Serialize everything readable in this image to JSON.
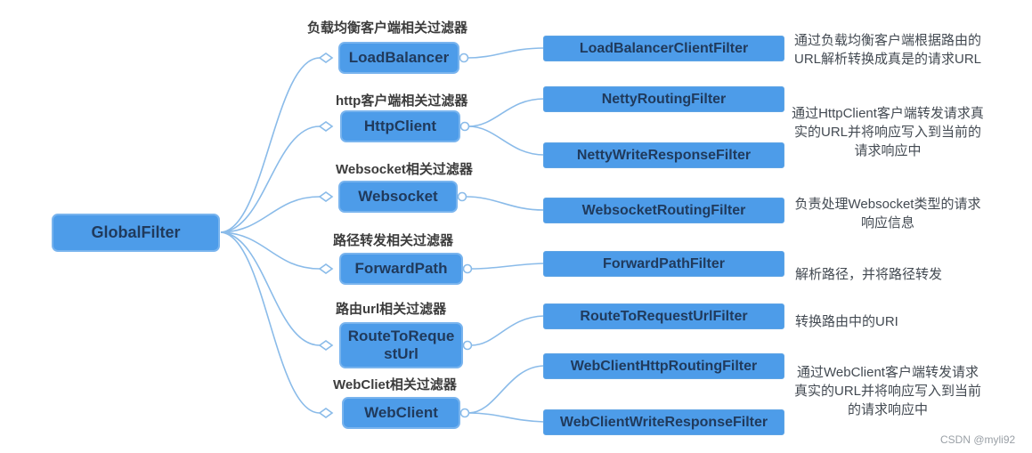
{
  "diagram": {
    "root_label": "GlobalFilter",
    "branches": [
      {
        "category": "负载均衡客户端相关过滤器",
        "node": "LoadBalancer",
        "filters": [
          "LoadBalancerClientFilter"
        ],
        "description": "通过负载均衡客户端根据路由的URL解析转换成真是的请求URL"
      },
      {
        "category": "http客户端相关过滤器",
        "node": "HttpClient",
        "filters": [
          "NettyRoutingFilter",
          "NettyWriteResponseFilter"
        ],
        "description": "通过HttpClient客户端转发请求真实的URL并将响应写入到当前的请求响应中"
      },
      {
        "category": "Websocket相关过滤器",
        "node": "Websocket",
        "filters": [
          "WebsocketRoutingFilter"
        ],
        "description": "负责处理Websocket类型的请求响应信息"
      },
      {
        "category": "路径转发相关过滤器",
        "node": "ForwardPath",
        "filters": [
          "ForwardPathFilter"
        ],
        "description": "解析路径，并将路径转发"
      },
      {
        "category": "路由url相关过滤器",
        "node": "RouteToRequestUrl",
        "filters": [
          "RouteToRequestUrlFilter"
        ],
        "description": "转换路由中的URI"
      },
      {
        "category": "WebCliet相关过滤器",
        "node": "WebClient",
        "filters": [
          "WebClientHttpRoutingFilter",
          "WebClientWriteResponseFilter"
        ],
        "description": "通过WebClient客户端转发请求真实的URL并将响应写入到当前的请求响应中"
      }
    ],
    "colors": {
      "node_fill": "#4d9ce9",
      "node_border": "#79b4ee",
      "connector": "#8abbe9",
      "node_text": "#203a5c",
      "category_text": "#3c3c3c",
      "description_text": "#434a52"
    }
  },
  "watermark": "CSDN @myli92"
}
